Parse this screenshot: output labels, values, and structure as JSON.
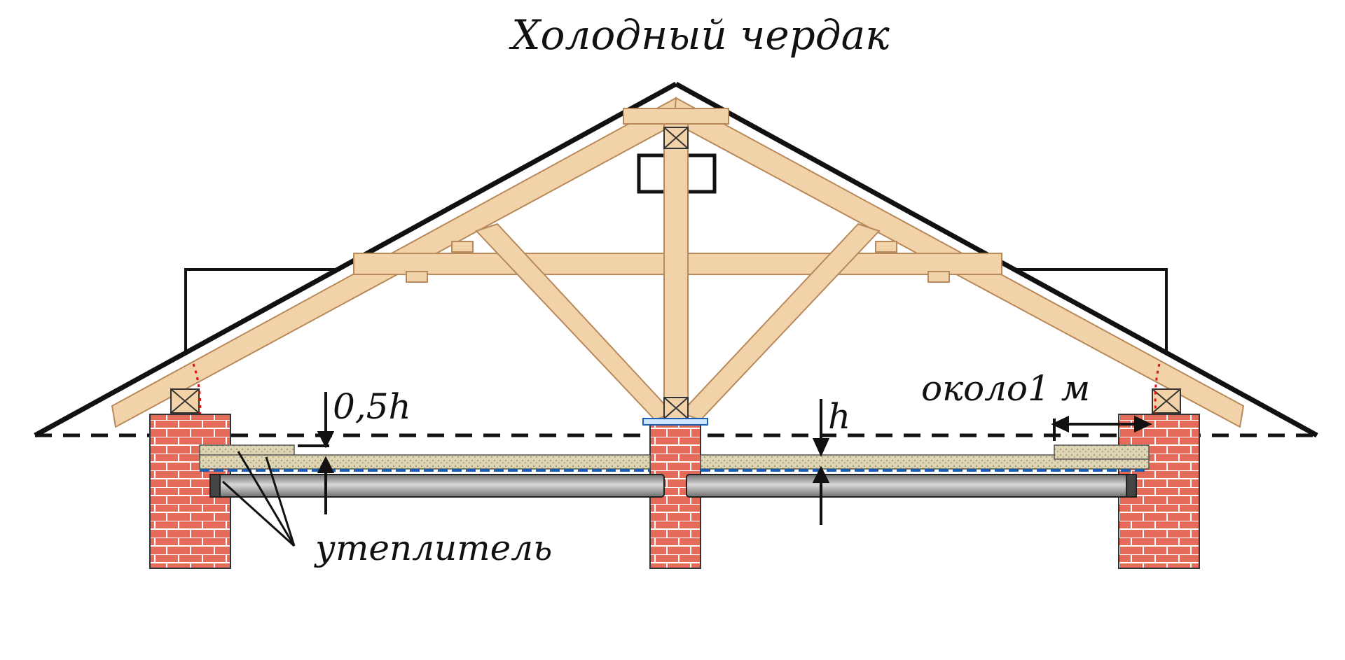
{
  "title": "Холодный чердак",
  "labels": {
    "half_h": "0,5h",
    "h": "h",
    "about_1m": "около1 м",
    "insulation": "утеплитель"
  },
  "colors": {
    "wood": "#f2d2a8",
    "wood_edge": "#b8895a",
    "brick": "#e46a5a",
    "brick_mortar": "#ffffff",
    "insulation": "#d9d2b0",
    "vapor_barrier": "#1a5fb4",
    "beam": "#9a9a9a",
    "outline": "#111111",
    "eave_marker": "#e01010"
  }
}
